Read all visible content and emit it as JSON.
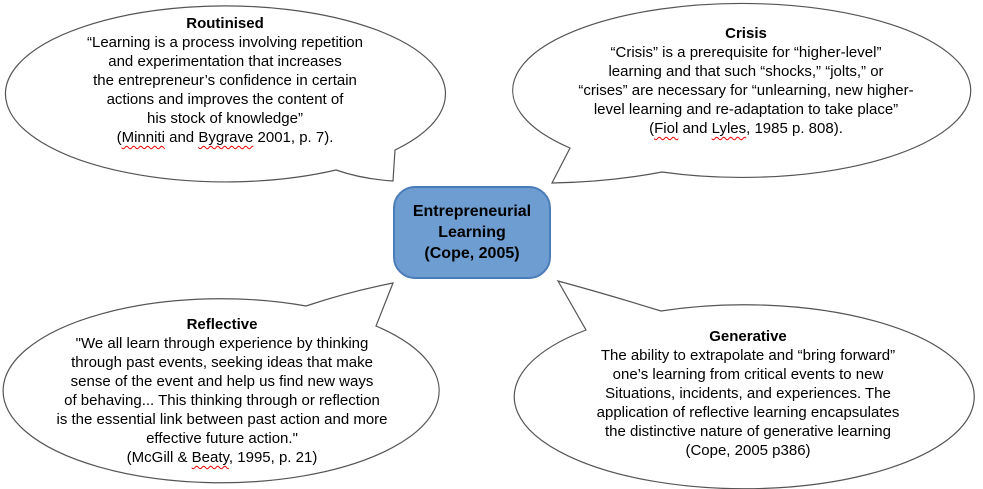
{
  "diagram_title": "Entrepreneurial Learning (Cope, 2005) concept map",
  "colors": {
    "outline": "#555555",
    "bubble_fill": "#ffffff",
    "center_fill": "#6d9dd1",
    "center_border": "#4b7cba",
    "text": "#000000",
    "spellcheck_squiggle": "#ee0000"
  },
  "center_box": {
    "lines": [
      "Entrepreneurial",
      "Learning",
      "(Cope, 2005)"
    ]
  },
  "bubbles": [
    {
      "key": "routinised",
      "title": "Routinised",
      "lines": [
        "“Learning is a process involving repetition",
        "and experimentation that increases",
        "the entrepreneur’s confidence in certain",
        "actions and improves the content of",
        "his stock of knowledge”",
        "(Minniti and Bygrave 2001, p. 7)."
      ],
      "misspelled": [
        "Minniti",
        "Bygrave"
      ]
    },
    {
      "key": "crisis",
      "title": "Crisis",
      "lines": [
        "“Crisis” is a prerequisite for “higher-level”",
        "learning and that such “shocks,” “jolts,” or",
        "“crises” are necessary for “unlearning, new higher-",
        "level learning and re-adaptation to take place”",
        "(Fiol and Lyles, 1985 p. 808)."
      ],
      "misspelled": [
        "Fiol",
        "Lyles"
      ]
    },
    {
      "key": "reflective",
      "title": "Reflective",
      "lines": [
        "\"We all learn through experience by thinking",
        "through past events, seeking ideas that make",
        "sense of the event and help us find new ways",
        "of behaving... This thinking through or reflection",
        "is the essential link between past action and more",
        "effective future action.\"",
        "(McGill & Beaty, 1995, p. 21)"
      ],
      "misspelled": [
        "Beaty"
      ]
    },
    {
      "key": "generative",
      "title": "Generative",
      "lines": [
        "The ability to extrapolate and “bring forward”",
        "one’s learning from critical events to new",
        "Situations, incidents, and experiences. The",
        "application of reflective learning encapsulates",
        "the distinctive nature of generative learning",
        "(Cope, 2005 p386)"
      ],
      "misspelled": []
    }
  ]
}
